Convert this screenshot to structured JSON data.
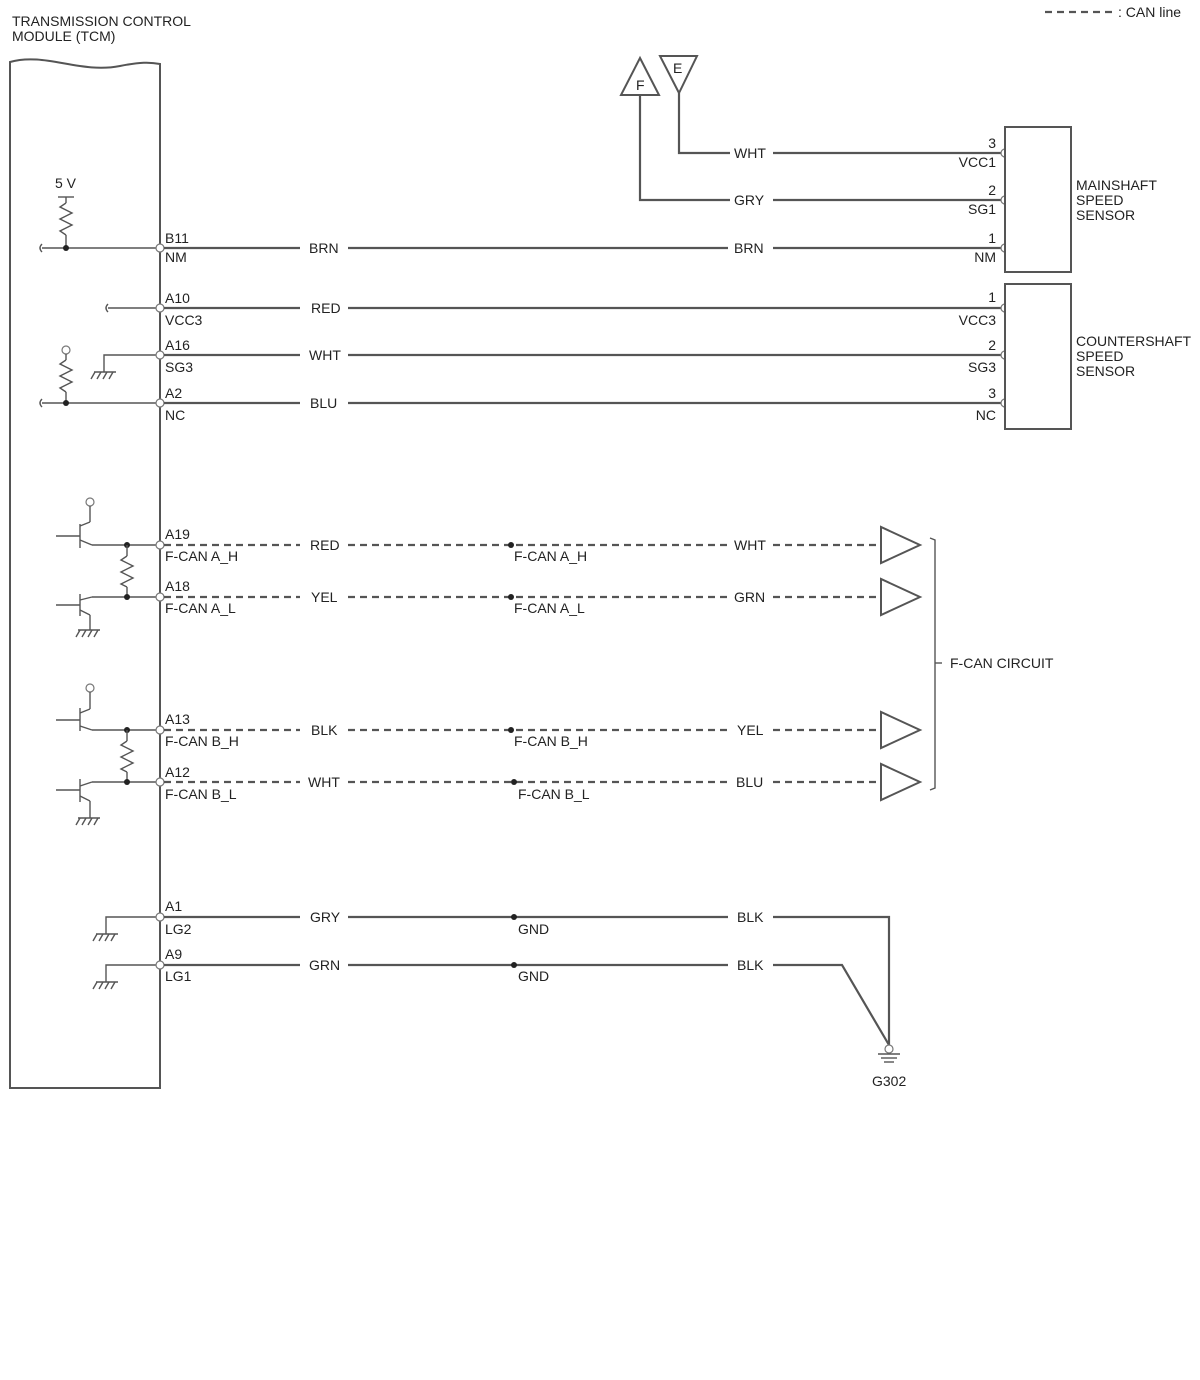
{
  "legend": {
    "label": ": CAN line"
  },
  "tcm": {
    "title_line1": "TRANSMISSION CONTROL",
    "title_line2": "MODULE (TCM)"
  },
  "supply": {
    "label": "5 V"
  },
  "connectors": {
    "f": "F",
    "e": "E"
  },
  "sensors": {
    "mainshaft": {
      "line1": "MAINSHAFT",
      "line2": "SPEED",
      "line3": "SENSOR"
    },
    "countershaft": {
      "line1": "COUNTERSHAFT",
      "line2": "SPEED",
      "line3": "SENSOR"
    }
  },
  "fcan_circuit": {
    "label": "F-CAN CIRCUIT"
  },
  "ground": {
    "label": "G302"
  },
  "mainshaft_top": [
    {
      "color": "WHT",
      "pin": "3",
      "sig": "VCC1"
    },
    {
      "color": "GRY",
      "pin": "2",
      "sig": "SG1"
    }
  ],
  "wires": [
    {
      "pin": "B11",
      "sig": "NM",
      "c1": "BRN",
      "c2": "BRN",
      "spin": "1",
      "ssig": "NM"
    },
    {
      "pin": "A10",
      "sig": "VCC3",
      "c1": "RED",
      "spin": "1",
      "ssig": "VCC3"
    },
    {
      "pin": "A16",
      "sig": "SG3",
      "c1": "WHT",
      "spin": "2",
      "ssig": "SG3"
    },
    {
      "pin": "A2",
      "sig": "NC",
      "c1": "BLU",
      "spin": "3",
      "ssig": "NC"
    }
  ],
  "can_lines": [
    {
      "pin": "A19",
      "sig": "F-CAN A_H",
      "c1": "RED",
      "mid": "F-CAN A_H",
      "c2": "WHT"
    },
    {
      "pin": "A18",
      "sig": "F-CAN A_L",
      "c1": "YEL",
      "mid": "F-CAN A_L",
      "c2": "GRN"
    },
    {
      "pin": "A13",
      "sig": "F-CAN B_H",
      "c1": "BLK",
      "mid": "F-CAN B_H",
      "c2": "YEL"
    },
    {
      "pin": "A12",
      "sig": "F-CAN B_L",
      "c1": "WHT",
      "mid": "F-CAN B_L",
      "c2": "BLU"
    }
  ],
  "gnd_lines": [
    {
      "pin": "A1",
      "sig": "LG2",
      "c1": "GRY",
      "mid": "GND",
      "c2": "BLK"
    },
    {
      "pin": "A9",
      "sig": "LG1",
      "c1": "GRN",
      "mid": "GND",
      "c2": "BLK"
    }
  ]
}
